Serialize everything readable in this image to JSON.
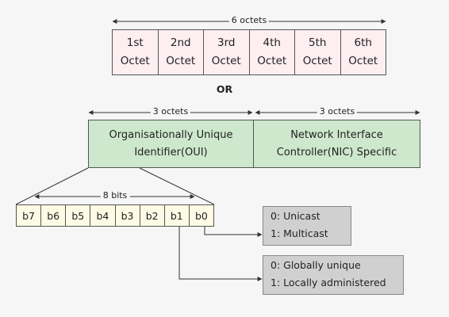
{
  "top_dimension": "6 octets",
  "octets": [
    {
      "num": "1st",
      "word": "Octet"
    },
    {
      "num": "2nd",
      "word": "Octet"
    },
    {
      "num": "3rd",
      "word": "Octet"
    },
    {
      "num": "4th",
      "word": "Octet"
    },
    {
      "num": "5th",
      "word": "Octet"
    },
    {
      "num": "6th",
      "word": "Octet"
    }
  ],
  "or_label": "OR",
  "oui": {
    "left_dimension": "3 octets",
    "right_dimension": "3 octets",
    "left_line1": "Organisationally Unique",
    "left_line2": "Identifier(OUI)",
    "right_line1": "Network Interface",
    "right_line2": "Controller(NIC) Specific"
  },
  "bits_dimension": "8 bits",
  "bits": [
    "b7",
    "b6",
    "b5",
    "b4",
    "b3",
    "b2",
    "b1",
    "b0"
  ],
  "cast_box": {
    "line1": "0: Unicast",
    "line2": "1: Multicast"
  },
  "admin_box": {
    "line1": "0: Globally unique",
    "line2": "1: Locally administered"
  },
  "colors": {
    "octet_fill": "#fdeef1",
    "oui_fill": "#cde8cc",
    "bit_fill": "#fdfbe4",
    "info_fill": "#d0d0d0",
    "line": "#333333"
  }
}
